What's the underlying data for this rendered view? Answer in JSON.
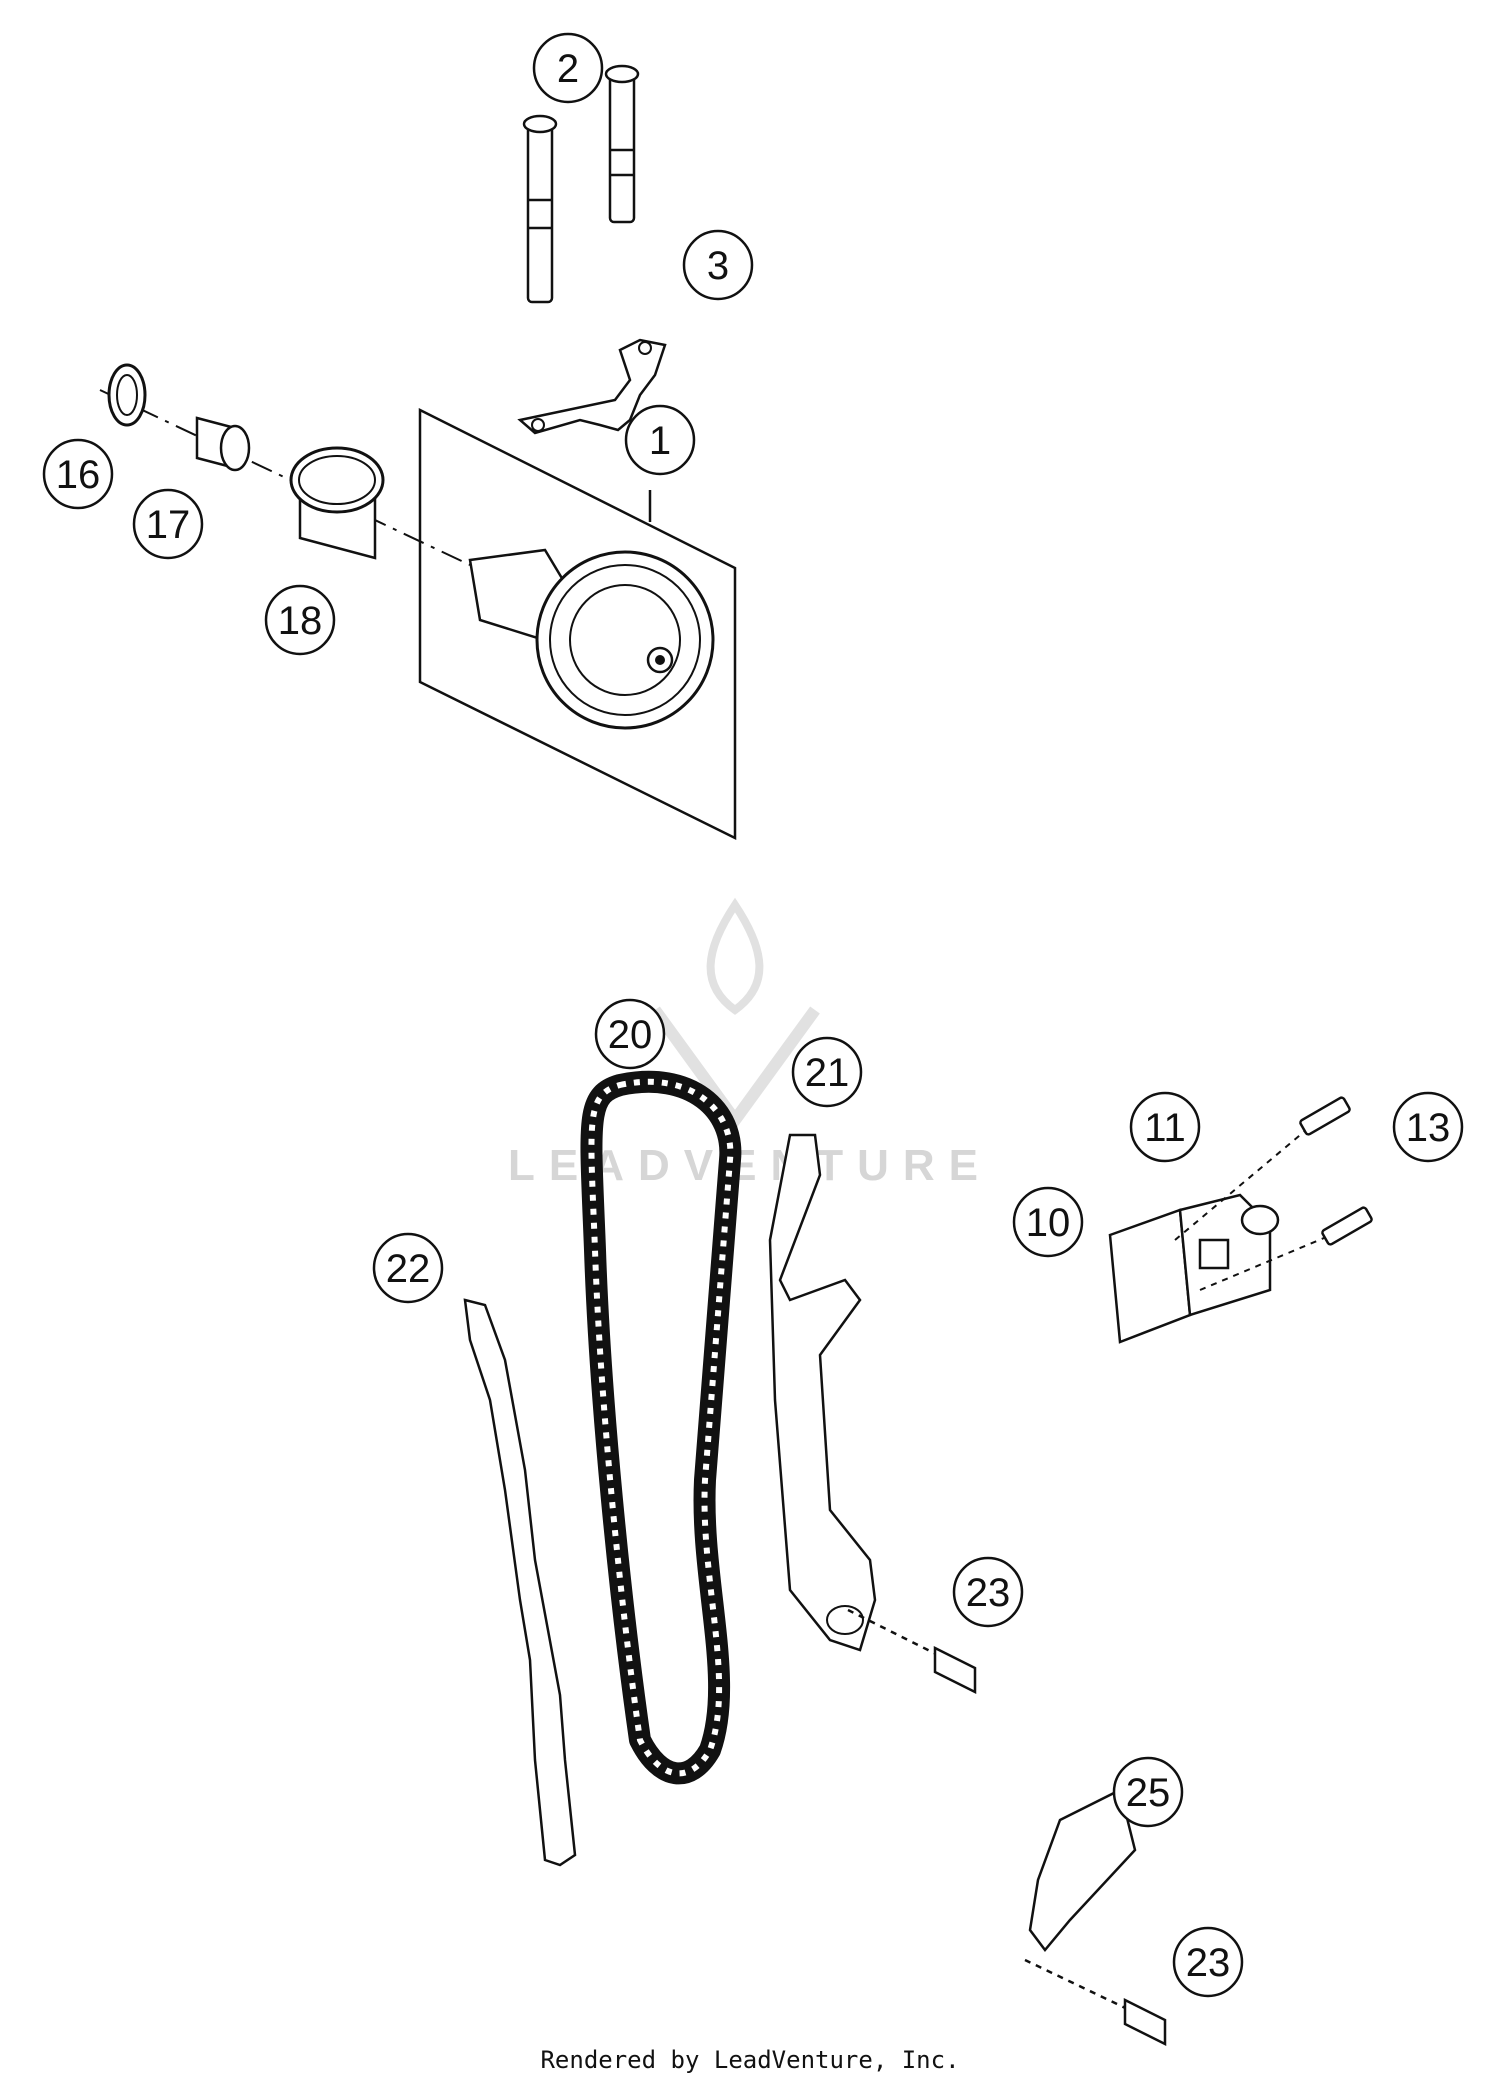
{
  "watermark": {
    "text": "LEADVENTURE"
  },
  "footer": {
    "credit": "Rendered by LeadVenture, Inc."
  },
  "callouts": {
    "c1": "1",
    "c2": "2",
    "c3": "3",
    "c10": "10",
    "c11": "11",
    "c13": "13",
    "c16": "16",
    "c17": "17",
    "c18": "18",
    "c20": "20",
    "c21": "21",
    "c22": "22",
    "c23a": "23",
    "c23b": "23",
    "c25": "25"
  }
}
